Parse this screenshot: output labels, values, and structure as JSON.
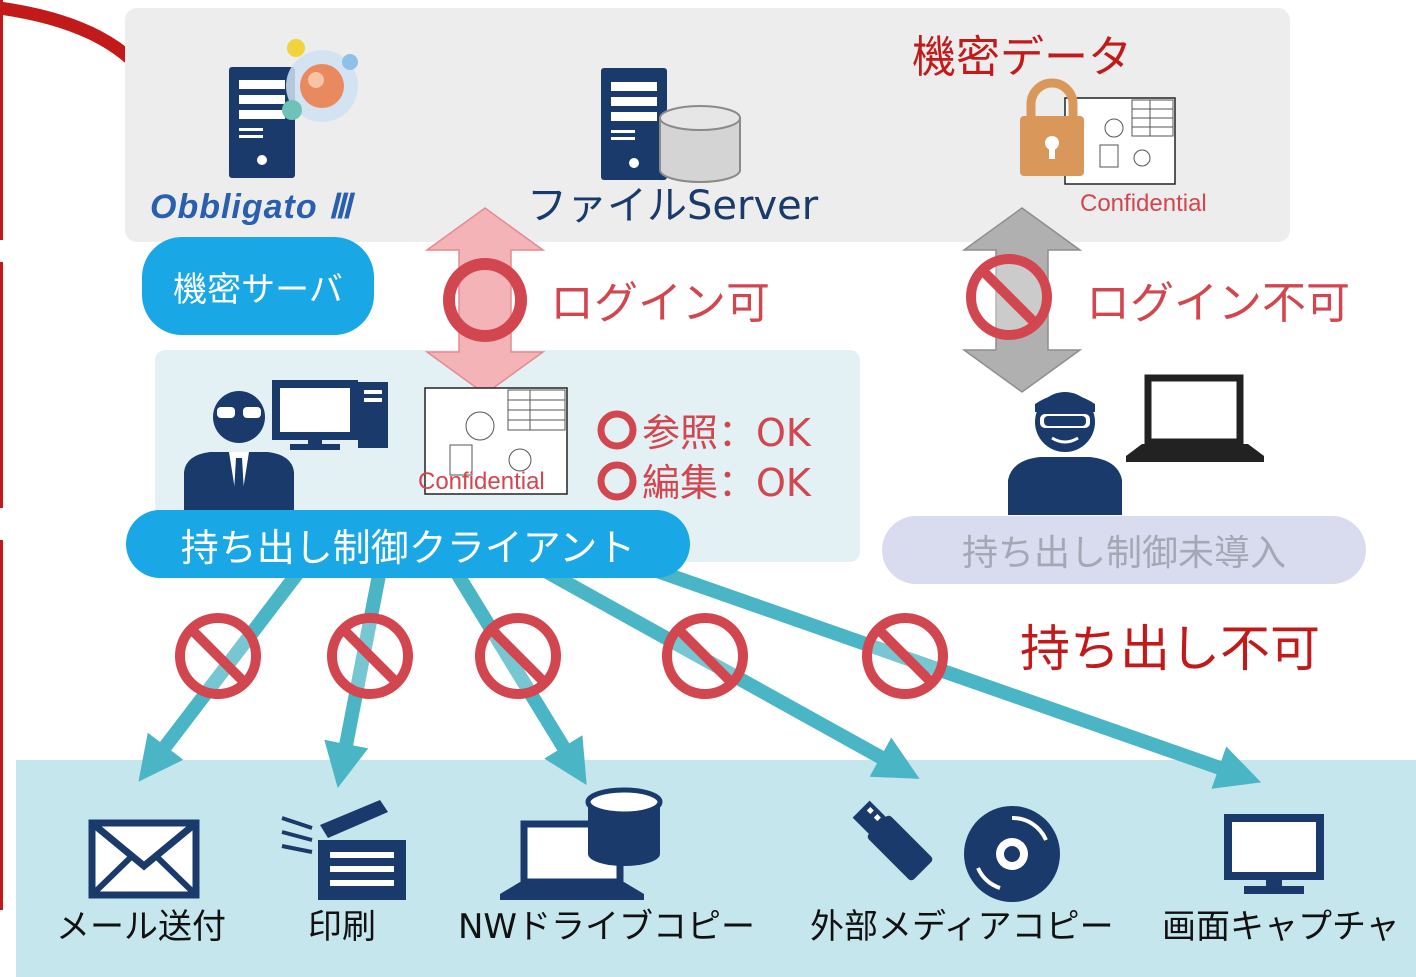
{
  "server_zone": {
    "product_logo": "Obbligato Ⅲ",
    "file_server_label": "ファイルServer",
    "confidential_data_label": "機密データ",
    "doc_stamp": "Confidential",
    "zone_badge": "機密サーバ"
  },
  "access": {
    "login_ok": "ログイン可",
    "login_ng": "ログイン不可"
  },
  "client": {
    "badge": "持ち出し制御クライアント",
    "doc_stamp": "Confidential",
    "view": "参照：OK",
    "edit": "編集：OK"
  },
  "outsider": {
    "badge": "持ち出し制御未導入"
  },
  "export": {
    "blocked_label": "持ち出し不可",
    "channels": [
      "メール送付",
      "印刷",
      "NWドライブコピー",
      "外部メディアコピー",
      "画面キャプチャ"
    ]
  },
  "colors": {
    "navy": "#1a3a6b",
    "red": "#d2464f",
    "teal": "#4ab5c4",
    "cyan": "#1aa7e6",
    "gray_zone": "#ededed",
    "light_teal_zone": "#c5e6ec",
    "client_zone": "#e3f1f4",
    "lock": "#d9975a"
  }
}
